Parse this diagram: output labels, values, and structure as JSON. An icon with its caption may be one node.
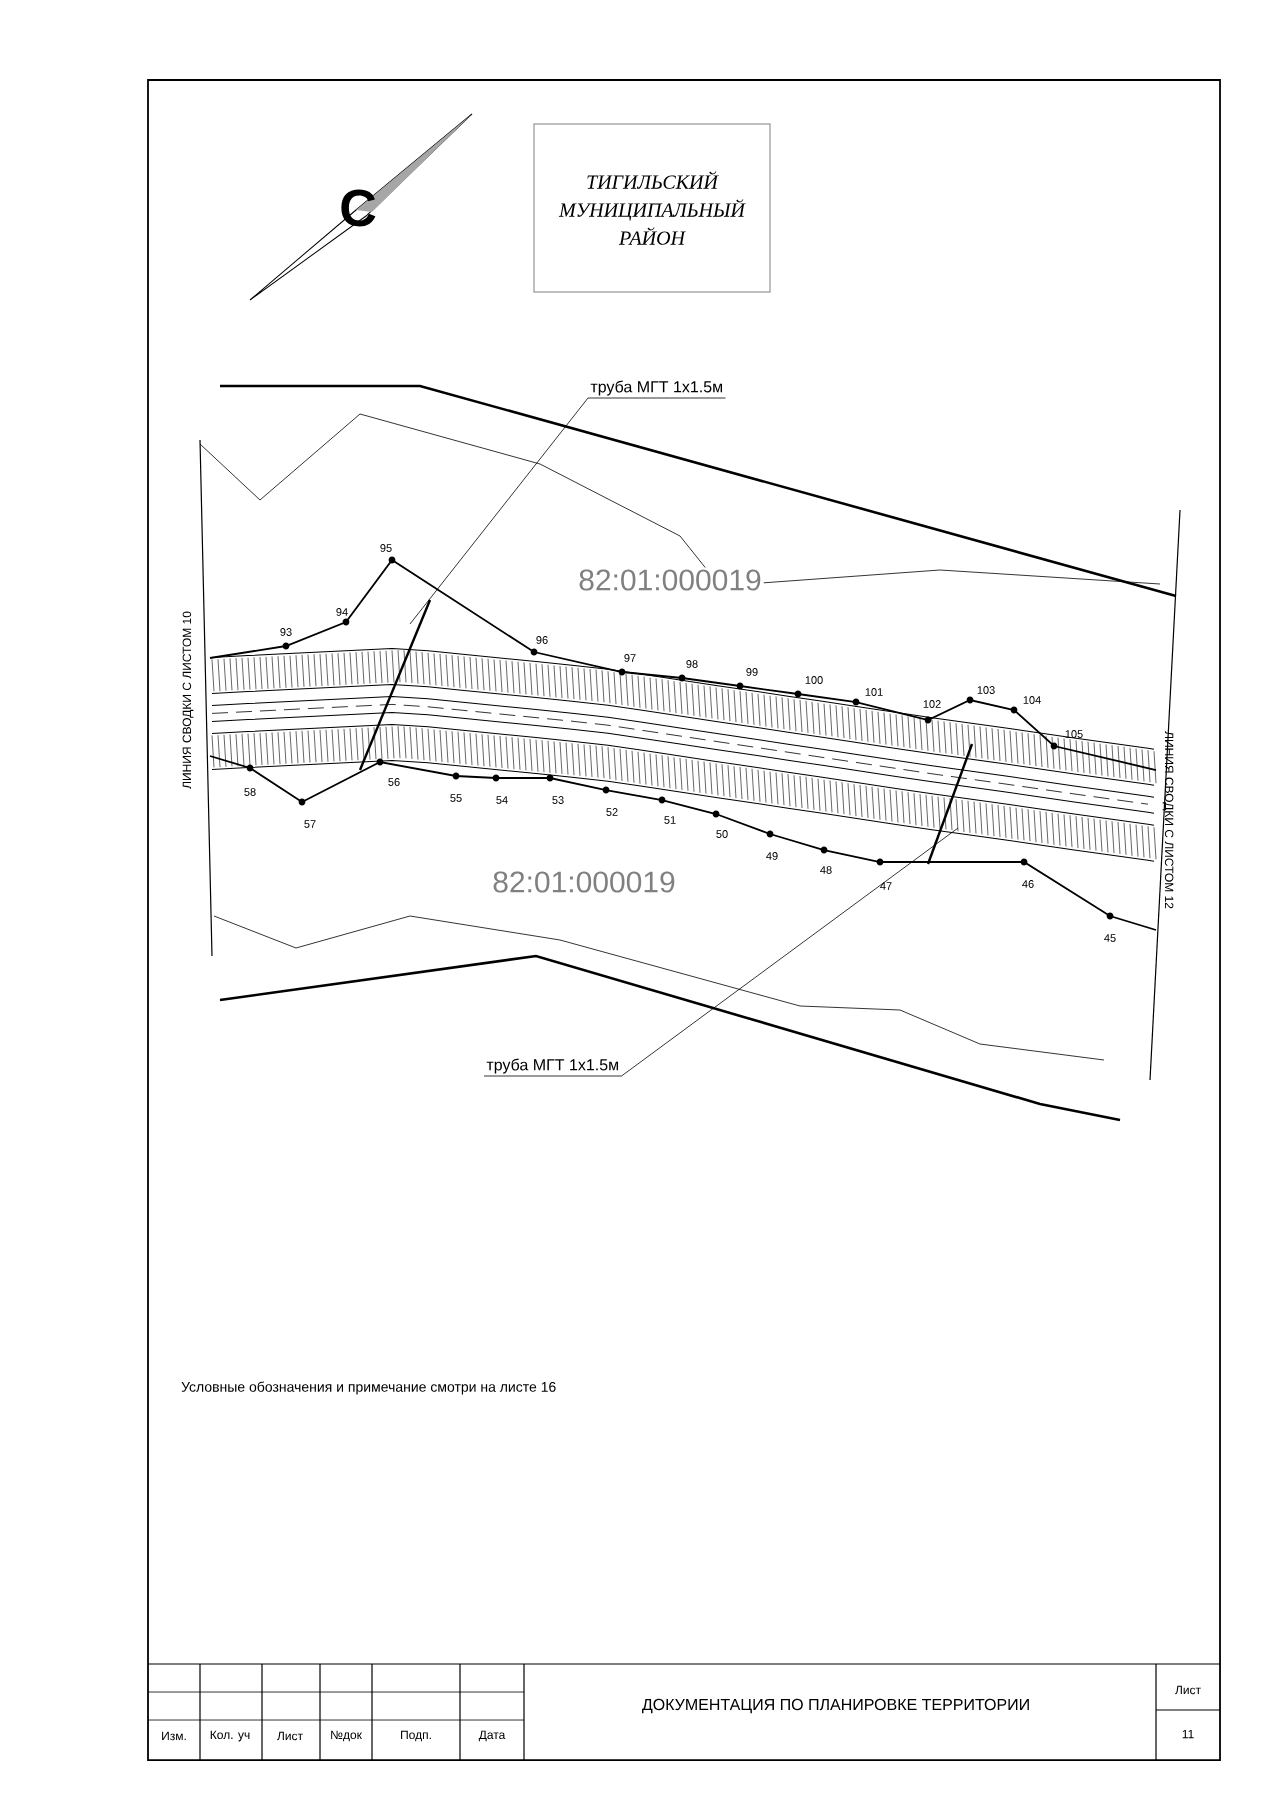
{
  "diagram": {
    "nodes": [
      {
        "text": [
          "ТИГИЛЬСКИЙ МУНИЦИПАЛЬНЫЙ РАЙОН"
        ]
      },
      {
        "text": [
          "труба МГТ 1х1.5м"
        ]
      },
      {
        "text": [
          "труба МГТ 1х1.5м"
        ]
      }
    ],
    "edges": [
      {
        "from": 1,
        "to": null,
        "arrow": "none"
      },
      {
        "from": 2,
        "to": null,
        "arrow": "none"
      }
    ],
    "labels": [
      "С",
      "95",
      "82:01:000019",
      "94",
      "93",
      "96",
      "97",
      "98",
      "99",
      "100",
      "101",
      "103",
      "102",
      "104",
      "105",
      "ЛИНИЯ СВОДКИ С ЛИСТОМ 10",
      "ЛИНИЯ СВОДКИ С ЛИСТОМ 12",
      "56",
      "55",
      "54",
      "53",
      "58",
      "52",
      "57",
      "51",
      "50",
      "49",
      "48",
      "47",
      "46",
      "82:01:000019",
      "45",
      "Условные обозначения и примечание смотри на листе 16",
      "Лист",
      "ДОКУМЕНТАЦИЯ ПО ПЛАНИРОВКЕ ТЕРРИТОРИИ",
      "Изм.",
      "Кол. уч",
      "Лист",
      "№док",
      "Подп.",
      "Дата",
      "11"
    ]
  }
}
